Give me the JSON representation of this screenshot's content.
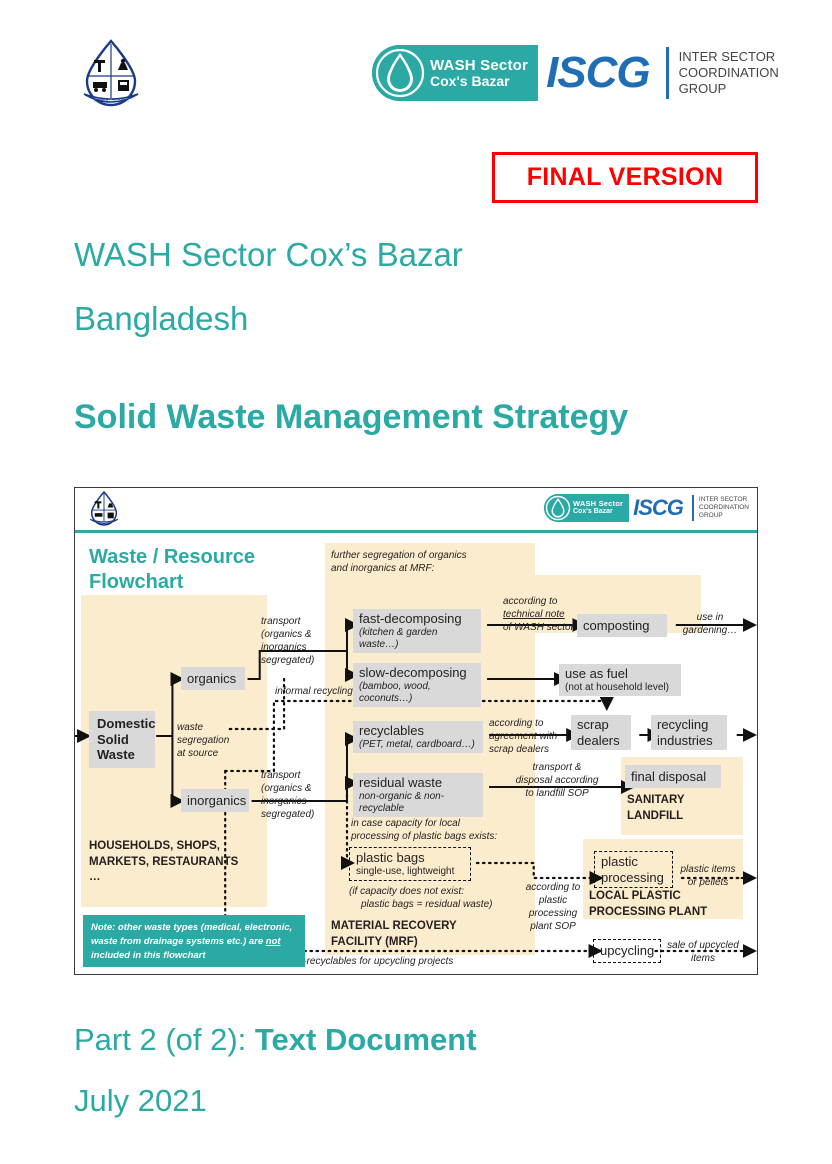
{
  "header": {
    "dphe_logo_alt": "DPHE Bangladesh logo",
    "iscg": {
      "wash_line1": "WASH Sector",
      "wash_line2": "Cox's Bazar",
      "acronym": "ISCG",
      "full_line1": "INTER SECTOR",
      "full_line2": "COORDINATION",
      "full_line3": "GROUP"
    }
  },
  "badge": {
    "label": "FINAL VERSION",
    "color": "#ff0000"
  },
  "title": {
    "line1": "WASH Sector Cox’s Bazar",
    "line2": "Bangladesh",
    "line3": "Solid Waste Management Strategy",
    "accent_color": "#2ba9a4"
  },
  "footer": {
    "part_prefix": "Part 2 (of 2): ",
    "part_bold": "Text Document",
    "date": "July 2021"
  },
  "flowchart": {
    "title_line1": "Waste / Resource",
    "title_line2": "Flowchart",
    "nodes": {
      "domestic": {
        "main_l1": "Domestic",
        "main_l2": "Solid",
        "main_l3": "Waste"
      },
      "organics": {
        "main": "organics"
      },
      "inorganics": {
        "main": "inorganics"
      },
      "fast": {
        "main": "fast-decomposing",
        "sub": "(kitchen & garden waste…)"
      },
      "slow": {
        "main": "slow-decomposing",
        "sub": "(bamboo, wood, coconuts…)"
      },
      "composting": {
        "main": "composting"
      },
      "fuel": {
        "main": "use as fuel",
        "sub": "(not at household level)"
      },
      "recyclables": {
        "main": "recyclables",
        "sub": "(PET, metal, cardboard…)"
      },
      "residual": {
        "main": "residual waste",
        "sub": "non-organic & non-recyclable"
      },
      "scrap": {
        "main_l1": "scrap",
        "main_l2": "dealers"
      },
      "recycling_ind": {
        "main_l1": "recycling",
        "main_l2": "industries"
      },
      "final_disposal": {
        "main": "final disposal"
      },
      "plastic_bags": {
        "main": "plastic bags",
        "sub": "single-use, lightweight"
      },
      "plastic_processing": {
        "main_l1": "plastic",
        "main_l2": "processing"
      },
      "upcycling": {
        "main": "upcycling"
      }
    },
    "edge_labels": {
      "segregation": "waste\nsegregation\nat source",
      "transport_top_l1": "transport",
      "transport_top_l2": "(organics &",
      "transport_top_l3": "inorganics",
      "transport_top_l4": "segregated)",
      "transport_bot_l1": "transport",
      "transport_bot_l2": "(organics &",
      "transport_bot_l3": "inorganics",
      "transport_bot_l4": "segregated)",
      "further_seg_l1": "further segregation of organics",
      "further_seg_l2": "and inorganics at MRF:",
      "tech_note_l1": "according to",
      "tech_note_l2": "technical note",
      "tech_note_l3": "of WASH sector",
      "use_in_l1": "use in",
      "use_in_l2": "gardening…",
      "informal_recycling": "informal recycling",
      "scrap_agreement_l1": "according to",
      "scrap_agreement_l2": "agreement with",
      "scrap_agreement_l3": "scrap dealers",
      "landfill_l1": "transport &",
      "landfill_l2": "disposal according",
      "landfill_l3": "to landfill SOP",
      "capacity_l1": "in case capacity for local",
      "capacity_l2": "processing of plastic bags exists:",
      "nocapacity_l1": "(if capacity does not exist:",
      "nocapacity_l2": "plastic bags = residual waste)",
      "plant_sop_l1": "according to",
      "plant_sop_l2": "plastic",
      "plant_sop_l3": "processing",
      "plant_sop_l4": "plant SOP",
      "pellets_l1": "plastic items",
      "pellets_l2": "or pellets",
      "upcycling_collect": "collection of non-recyclables for upcycling projects",
      "upcycling_sale_l1": "sale of upcycled",
      "upcycling_sale_l2": "items"
    },
    "captions": {
      "households_l1": "HOUSEHOLDS, SHOPS,",
      "households_l2": "MARKETS, RESTAURANTS",
      "households_l3": "…",
      "mrf_l1": "MATERIAL RECOVERY",
      "mrf_l2": "FACILITY (MRF)",
      "landfill_l1": "SANITARY",
      "landfill_l2": "LANDFILL",
      "plant_l1": "LOCAL PLASTIC",
      "plant_l2": "PROCESSING PLANT"
    },
    "note": {
      "pre": "Note: other waste types (medical, electronic, waste from drainage systems etc.) are ",
      "em": "not",
      "post": " included in this flowchart"
    },
    "colors": {
      "cream": "#fbeccd",
      "node": "#d9d9d9",
      "teal": "#2ba9a4"
    }
  }
}
